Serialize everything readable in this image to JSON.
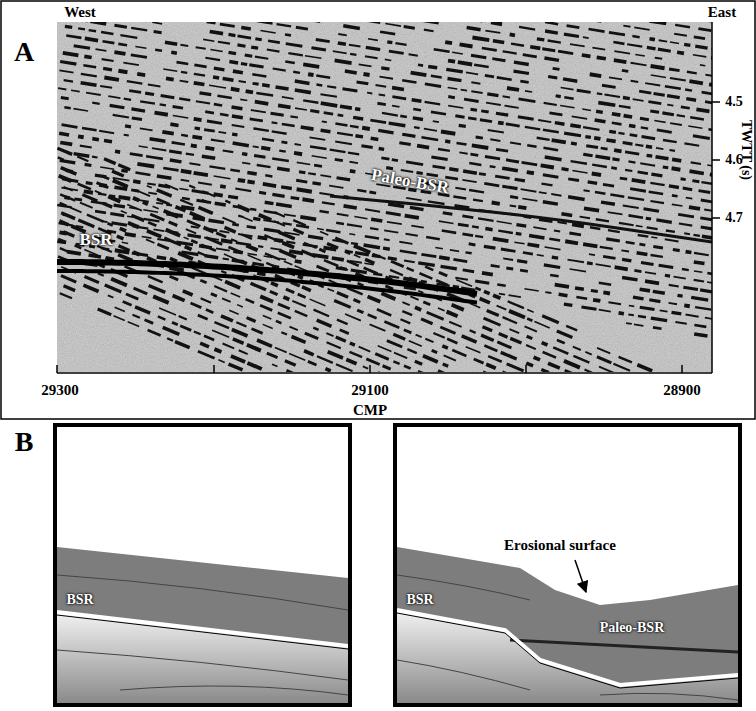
{
  "diagram": {
    "labels": [
      "West",
      "East",
      "A",
      "4.5",
      "4.6",
      "4.7",
      "TWTT (s)",
      "BSR",
      "Paleo-BSR",
      "29300",
      "29100",
      "28900",
      "CMP",
      "B",
      "BSR",
      "BSR",
      "Paleo-BSR",
      "Erosional surface"
    ]
  }
}
